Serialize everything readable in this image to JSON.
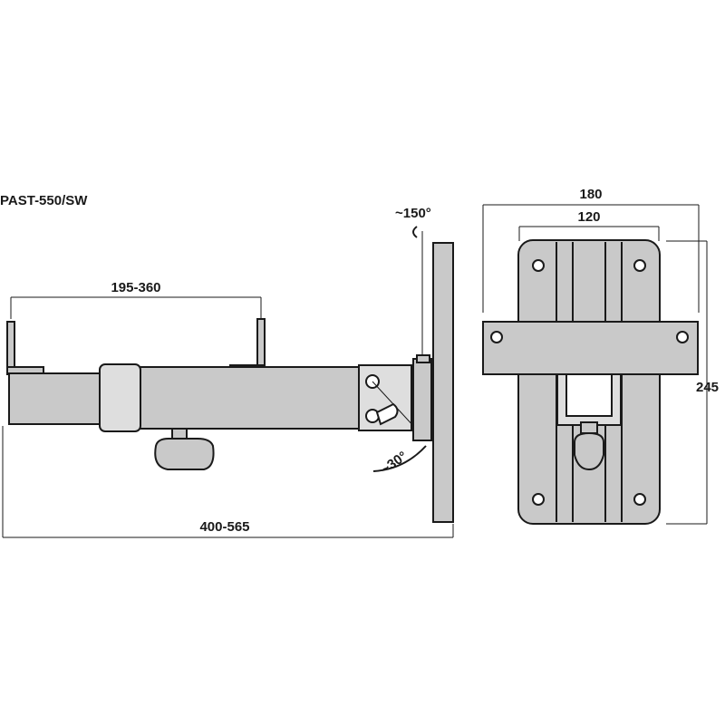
{
  "model": "PAST-550/SW",
  "dimensions": {
    "clamp_range": "195-360",
    "total_length": "400-565",
    "swivel": "~150°",
    "tilt": "~30°",
    "plate_width": "180",
    "hole_spacing": "120",
    "plate_height": "245"
  },
  "colors": {
    "line": "#1a1a1a",
    "fill": "#c9c9c9",
    "background": "#ffffff"
  }
}
